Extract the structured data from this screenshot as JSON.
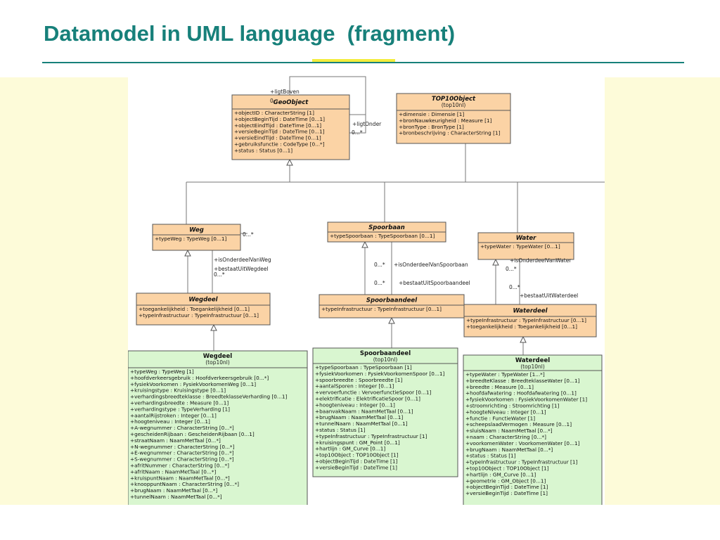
{
  "title": "Datamodel in UML language  (fragment)",
  "colors": {
    "heading": "#17807a",
    "accent": "#f3ec3c",
    "background_band": "#fdfbd9",
    "abstract_class_fill": "#fbd3a5",
    "concrete_class_fill": "#d9f6d0"
  },
  "classes": {
    "geoobject": {
      "name": "GeoObject",
      "abstract": true,
      "package": "",
      "attributes": [
        "+objectID : CharacterString [1]",
        "+objectBeginTijd : DateTime [0...1]",
        "+objectEindTijd : DateTime [0...1]",
        "+versieBeginTijd : DateTime [0...1]",
        "+versieEindTijd : DateTime [0...1]",
        "+gebruiksfunctie : CodeType [0...*]",
        "+status : Status [0...1]"
      ]
    },
    "top10object": {
      "name": "TOP10Object",
      "abstract": true,
      "package": "(top10nl)",
      "attributes": [
        "+dimensie : Dimensie [1]",
        "+bronNauwkeurigheid : Measure [1]",
        "+bronType : BronType [1]",
        "+bronbeschrijving : CharacterString [1]"
      ]
    },
    "weg": {
      "name": "Weg",
      "abstract": true,
      "package": "",
      "attributes": [
        "+typeWeg : TypeWeg [0...1]"
      ]
    },
    "spoorbaan": {
      "name": "Spoorbaan",
      "abstract": true,
      "package": "",
      "attributes": [
        "+typeSpoorbaan : TypeSpoorbaan [0...1]"
      ]
    },
    "water": {
      "name": "Water",
      "abstract": true,
      "package": "",
      "attributes": [
        "+typeWater : TypeWater [0...1]"
      ]
    },
    "wegdeel_abs": {
      "name": "Wegdeel",
      "abstract": true,
      "package": "",
      "attributes": [
        "+toegankelijkheid : Toegankelijkheid [0...1]",
        "+typeInfrastructuur : TypeInfrastructuur [0...1]"
      ]
    },
    "spoorbaandeel_abs": {
      "name": "Spoorbaandeel",
      "abstract": true,
      "package": "",
      "attributes": [
        "+typeInfrastructuur : TypeInfrastructuur [0...1]"
      ]
    },
    "waterdeel_abs": {
      "name": "Waterdeel",
      "abstract": true,
      "package": "",
      "attributes": [
        "+typeInfrastructuur : TypeInfrastructuur [0...1]",
        "+toegankelijkheid : Toegankelijkheid [0...1]"
      ]
    },
    "wegdeel": {
      "name": "Wegdeel",
      "abstract": false,
      "package": "(top10nl)",
      "attributes": [
        "+typeWeg : TypeWeg [1]",
        "+hoofdverkeersgebruik : Hoofdverkeersgebruik [0...*]",
        "+fysiekVoorkomen : FysiekVoorkomenWeg [0...1]",
        "+kruisingstype : Kruisingstype [0...1]",
        "+verhardingsbreedteklasse : BreedteklasseVerharding [0...1]",
        "+verhardingsbreedte : Measure [0...1]",
        "+verhardingstype : TypeVerharding [1]",
        "+aantalRijstroken : Integer [0...1]",
        "+hoogteniveau : Integer [0...1]",
        "+A-wegnummer : CharacterString [0...*]",
        "+gescheidenRijbaan : GescheidenRijbaan [0...1]",
        "+straatNaam : NaamMetTaal [0...*]",
        "+N-wegnummer : CharacterString [0...*]",
        "+E-wegnummer : CharacterString [0...*]",
        "+S-wegnummer : CharacterString [0...*]",
        "+afritNummer : CharacterString [0...*]",
        "+afritNaam : NaamMetTaal [0...*]",
        "+kruispuntNaam : NaamMetTaal [0...*]",
        "+knooppuntNaam : CharacterString [0...*]",
        "+brugNaam : NaamMetTaal [0...*]",
        "+tunnelNaam : NaamMetTaal [0...*]"
      ]
    },
    "spoorbaandeel": {
      "name": "Spoorbaandeel",
      "abstract": false,
      "package": "(top10nl)",
      "attributes": [
        "+typeSpoorbaan : TypeSpoorbaan [1]",
        "+fysiekVoorkomen : FysiekVoorkomenSpoor [0...1]",
        "+spoorbreedte : Spoorbreedte [1]",
        "+aantalSporen : Integer [0...1]",
        "+vervoerfunctie : VervoerfunctieSpoor [0...1]",
        "+elektrificatie : ElektrificatieSpoor [0...1]",
        "+hoogteniveau : Integer [0...1]",
        "+baanvakNaam : NaamMetTaal [0...1]",
        "+brugNaam : NaamMetTaal [0...1]",
        "+tunnelNaam : NaamMetTaal [0...1]",
        "+status : Status [1]",
        "+typeInfrastructuur : TypeInfrastructuur [1]",
        "+kruisingspunt : GM_Point [0...1]",
        "+hartlijn : GM_Curve [0...1]",
        "+top10Object : TOP10Object [1]",
        "+objectBeginTijd : DateTime [1]",
        "+versieBeginTijd : DateTime [1]"
      ]
    },
    "waterdeel": {
      "name": "Waterdeel",
      "abstract": false,
      "package": "(top10nl)",
      "attributes": [
        "+typeWater : TypeWater [1...*]",
        "+breedteKlasse : BreedteklasseWater [0...1]",
        "+breedte : Measure [0...1]",
        "+hoofdafwatering : Hoofdafwatering [0...1]",
        "+fysiekVoorkomen : FysiekVoorkomenWater [1]",
        "+stroomrichting : Stroomrichting [1]",
        "+hoogteNiveau : Integer [0...1]",
        "+functie : FunctieWater [1]",
        "+scheepslaadVermogen : Measure [0...1]",
        "+sluisNaam : NaamMetTaal [0...*]",
        "+naam : CharacterString [0...*]",
        "+voorkomenWater : VoorkomenWater [0...1]",
        "+brugNaam : NaamMetTaal [0...*]",
        "+status : Status [1]",
        "+typeInfrastructuur : TypeInfrastructuur [1]",
        "+top10Object : TOP10Object [1]",
        "+hartlijn : GM_Curve [0...1]",
        "+geometrie : GM_Object [0...1]",
        "+objectBeginTijd : DateTime [1]",
        "+versieBeginTijd : DateTime [1]"
      ]
    }
  },
  "labels": {
    "ligtBoven": "+ligtBoven",
    "ligtOnder": "+ligtOnder",
    "zero": "0",
    "multi": "0...*",
    "star": "*",
    "isOnderdeelVanWeg": "+isOnderdeelVanWeg",
    "bestaatUitWegdeel": "+bestaatUitWegdeel",
    "isOnderdeelVanSpoorbaan": "+isOnderdeelVanSpoorbaan",
    "bestaatUitSpoorbaandeel": "+bestaatUitSpoorbaandeel",
    "isOnderdeelVanWater": "+isOnderdeelVanWater",
    "bestaatUitWaterdeel": "+bestaatUitWaterdeel"
  }
}
